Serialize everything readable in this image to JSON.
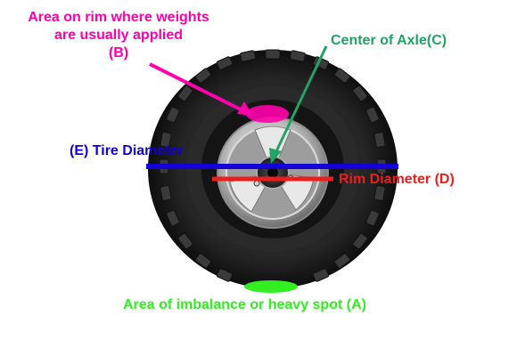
{
  "colors": {
    "rim_weight_area": "#ff00aa",
    "center_axle": "#21a366",
    "tire_diameter": "#1400d6",
    "rim_diameter": "#ee1d1d",
    "imbalance_spot": "#33ee22",
    "tire_rubber": "#1a1a1a",
    "rim_metal": "#c9c9c9",
    "background": "#ffffff"
  },
  "labels": {
    "rim_weights_line1": "Area on rim where weights",
    "rim_weights_line2": "are usually applied",
    "rim_weights_line3": "(B)",
    "center_axle": "Center of Axle(C)",
    "tire_diameter": "(E) Tire Diameter",
    "rim_diameter": "Rim Diameter (D)",
    "imbalance": "Area of imbalance or heavy spot (A)"
  }
}
